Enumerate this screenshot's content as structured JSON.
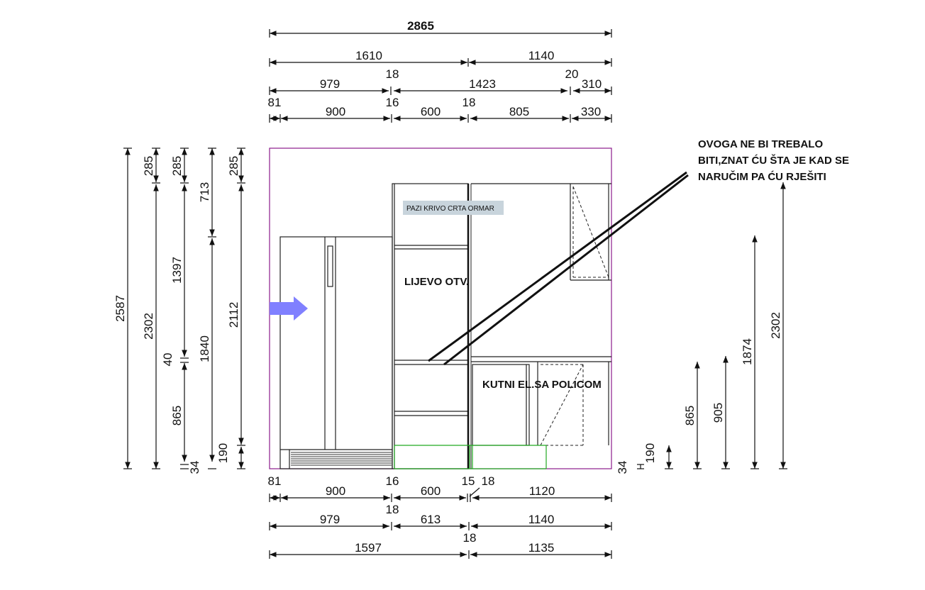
{
  "dimensions": {
    "top": {
      "total": "2865",
      "row1": [
        "1610",
        "1140"
      ],
      "row2_joint_a": "18",
      "row2_joint_b": "20",
      "row2": [
        "979",
        "1423",
        "310"
      ],
      "row3_small": [
        "81",
        "16",
        "18"
      ],
      "row3": [
        "900",
        "600",
        "805",
        "330"
      ]
    },
    "left": {
      "total": "2587",
      "col2": [
        "285",
        "2302"
      ],
      "col3": [
        "285",
        "1397",
        "40",
        "865",
        "34"
      ],
      "col4": [
        "713",
        "1840",
        "190"
      ],
      "col5": [
        "285",
        "2112"
      ]
    },
    "right": {
      "end_small": "34",
      "values": [
        "190",
        "865",
        "905",
        "1874",
        "2302"
      ]
    },
    "bottom": {
      "row1_small": [
        "81",
        "16",
        "15",
        "18"
      ],
      "row1": [
        "900",
        "600",
        "1120"
      ],
      "row2_joint": "18",
      "row2": [
        "979",
        "613",
        "1140"
      ],
      "row3_joint": "18",
      "row3": [
        "1597",
        "1135"
      ]
    }
  },
  "labels": {
    "tag": "PAZI KRIVO CRTA ORMAR",
    "upper_cabinet": "LIJEVO OTV.",
    "corner_unit": "KUTNI EL.SA POLICOM"
  },
  "note": {
    "lines": [
      "OVOGA NE BI TREBALO",
      "BITI,ZNAT ĆU ŠTA JE KAD SE",
      "NARUČIM PA ĆU RJEŠITI"
    ]
  },
  "colors": {
    "wall_outline": "#8b1a8b",
    "plinth_green": "#22aa22",
    "arrow_fill": "#8080ff",
    "tag_bg": "#c8d4dc"
  }
}
